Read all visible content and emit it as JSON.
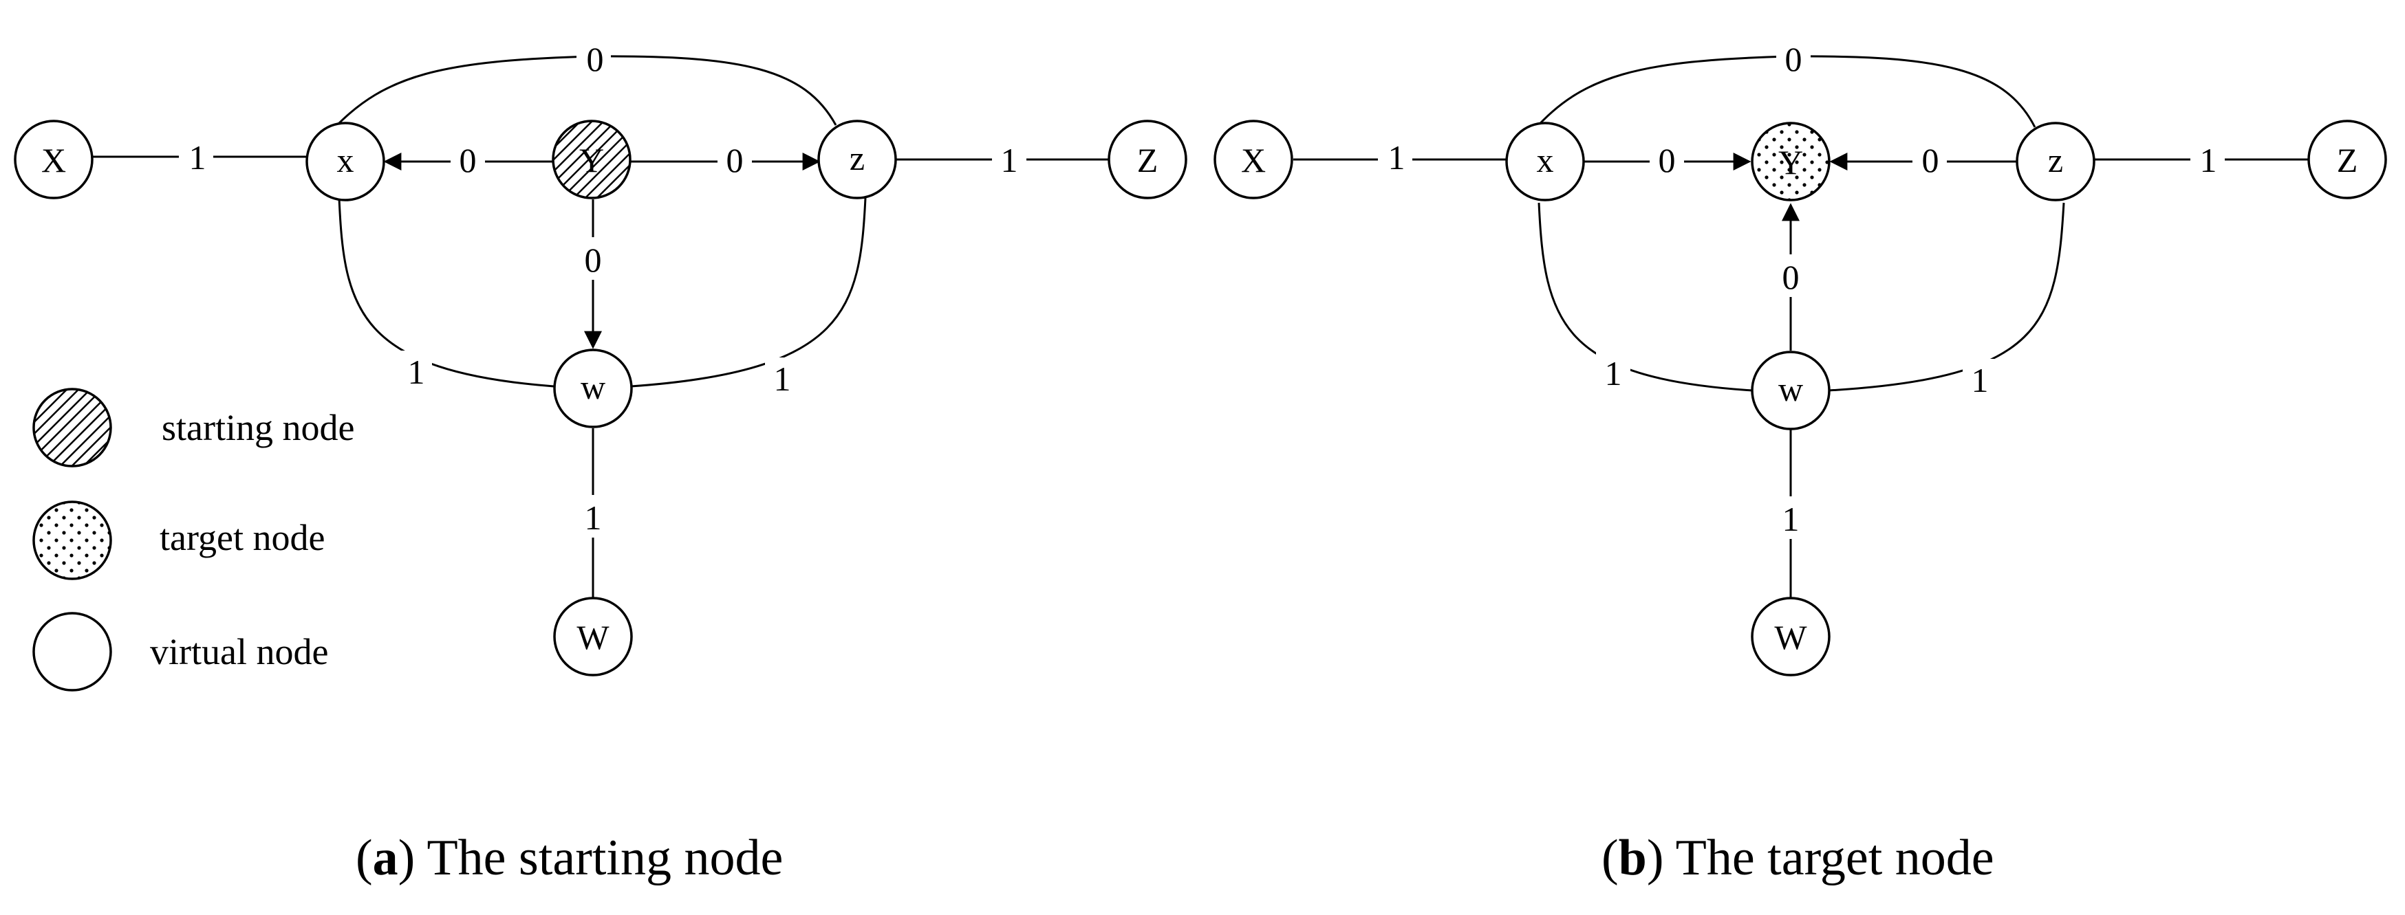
{
  "panel_a": {
    "nodes": {
      "X": "X",
      "x": "x",
      "Y": "Y",
      "z": "z",
      "Z": "Z",
      "w": "w",
      "W": "W"
    },
    "edges": {
      "Xx": "1",
      "xY": "0",
      "Yz": "0",
      "zZ": "1",
      "Yw": "0",
      "xz_top": "0",
      "xw": "1",
      "zw": "1",
      "wW": "1"
    },
    "caption": {
      "letter": "a",
      "text": " The starting node"
    }
  },
  "panel_b": {
    "nodes": {
      "X": "X",
      "x": "x",
      "Y": "Y",
      "z": "z",
      "Z": "Z",
      "w": "w",
      "W": "W"
    },
    "edges": {
      "Xx": "1",
      "xY": "0",
      "Yz": "0",
      "zZ": "1",
      "Yw": "0",
      "xz_top": "0",
      "xw": "1",
      "zw": "1",
      "wW": "1"
    },
    "caption": {
      "letter": "b",
      "text": " The target node"
    }
  },
  "legend": {
    "starting": "starting node",
    "target": "target node",
    "virtual": "virtual node"
  }
}
